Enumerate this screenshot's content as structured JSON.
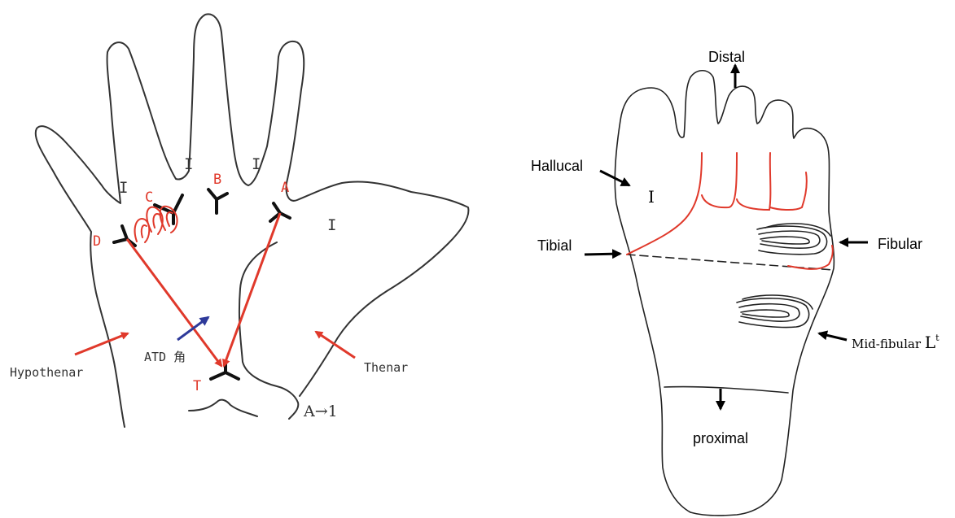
{
  "hand": {
    "labels": {
      "I_little": "I",
      "I_ring": "I",
      "I_middle": "I",
      "I_index": "I",
      "C": "C",
      "B": "B",
      "A": "A",
      "D": "D",
      "T": "T",
      "hypothenar": "Hypothenar",
      "atd": "ATD 角",
      "thenar": "Thenar",
      "a_to_1": "A→1"
    }
  },
  "foot": {
    "labels": {
      "distal": "Distal",
      "hallucal": "Hallucal",
      "I": "I",
      "tibial": "Tibial",
      "fibular": "Fibular",
      "mid_fibular": "Mid-fibular L",
      "mid_fibular_sup": "t",
      "proximal": "proximal"
    }
  },
  "colors": {
    "outline": "#333333",
    "red": "#e0392b",
    "blue": "#2e3a9a",
    "black": "#000000"
  }
}
